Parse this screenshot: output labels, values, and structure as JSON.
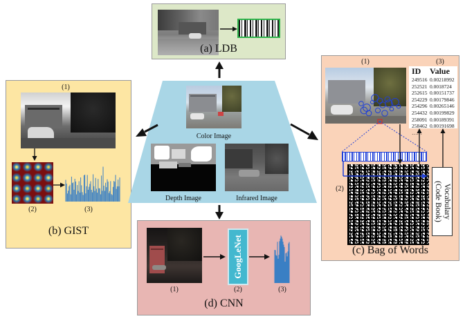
{
  "center": {
    "color_label": "Color Image",
    "depth_label": "Depth Image",
    "infrared_label": "Infrared Image"
  },
  "ldb": {
    "caption": "(a) LDB"
  },
  "gist": {
    "caption": "(b) GIST",
    "step1": "(1)",
    "step2": "(2)",
    "step3": "(3)"
  },
  "bow": {
    "caption": "(c) Bag of Words",
    "step1": "(1)",
    "step2": "(2)",
    "step3": "(3)",
    "table_headers": [
      "ID",
      "Value"
    ],
    "table_rows": [
      [
        "249516",
        "0.00218992"
      ],
      [
        "252521",
        "0.0018724"
      ],
      [
        "252615",
        "0.00151737"
      ],
      [
        "254229",
        "0.00179846"
      ],
      [
        "254296",
        "0.00265146"
      ],
      [
        "254432",
        "0.00199829"
      ],
      [
        "258091",
        "0.00189391"
      ],
      [
        "258462",
        "0.00191698"
      ]
    ],
    "table_ellipsis": "……",
    "vocab_line1": "Vocabulary",
    "vocab_line2": "(Code Book)"
  },
  "cnn": {
    "caption": "(d) CNN",
    "network": "GoogLeNet",
    "step1": "(1)",
    "step2": "(2)",
    "step3": "(3)"
  },
  "colors": {
    "ldb_bg": "#dde8c8",
    "gist_bg": "#fde6a3",
    "bow_bg": "#fad3b9",
    "cnn_bg": "#e8b6b3",
    "trapezoid": "#a9d6e6",
    "feature_blue": "#3a7fc4",
    "keypoint_blue": "#1f3fd8",
    "googlenet": "#43b8cf"
  }
}
